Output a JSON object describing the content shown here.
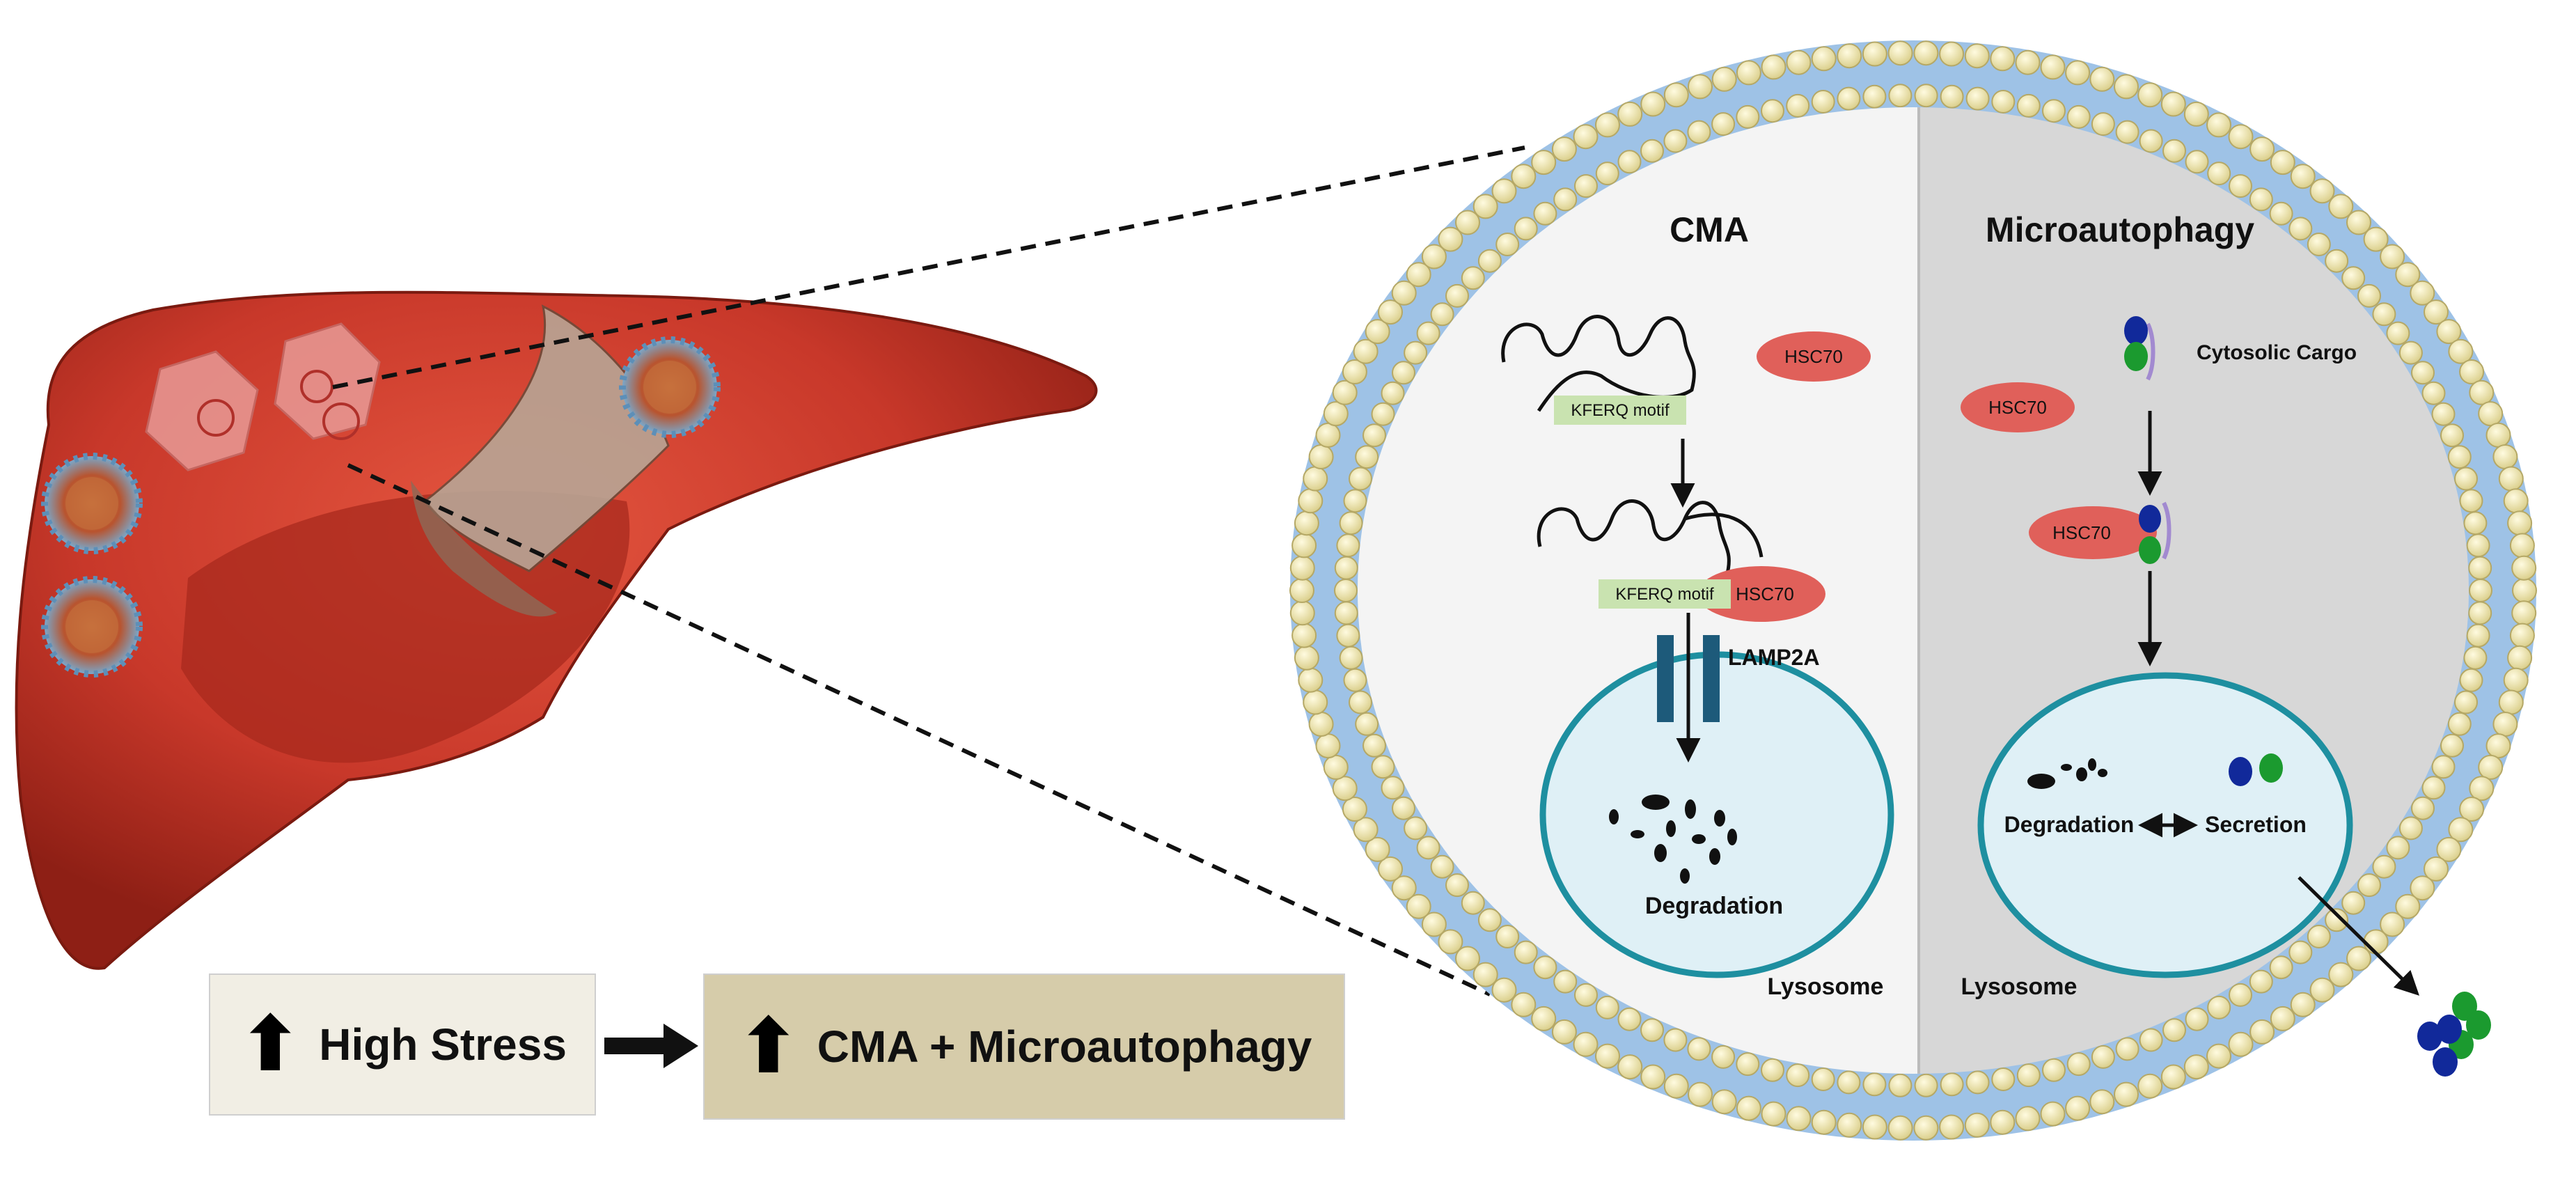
{
  "cell": {
    "left_title": "CMA",
    "right_title": "Microautophagy"
  },
  "cma": {
    "hsc70_free": "HSC70",
    "motif_label_1": "KFERQ motif",
    "motif_label_2": "KFERQ motif",
    "hsc70_bound": "HSC70",
    "receptor_label": "LAMP2A",
    "degradation_label": "Degradation",
    "lysosome_label": "Lysosome"
  },
  "micro": {
    "cargo_label": "Cytosolic Cargo",
    "hsc70_free": "HSC70",
    "hsc70_bound": "HSC70",
    "degradation_label": "Degradation",
    "secretion_label": "Secretion",
    "lysosome_label": "Lysosome"
  },
  "bottom": {
    "stress_label": "High Stress",
    "result_label": "CMA + Microautophagy",
    "up_arrow": "⬆"
  },
  "colors": {
    "liver": "#c8382a",
    "liver_dark": "#8e1f15",
    "hsc70": "#e0605a",
    "motif": "#c9e3b0",
    "lysosome_fill": "#dff0f6",
    "lysosome_stroke": "#1e8fa0",
    "lamp2a": "#1d5a7a",
    "membrane_bead": "#f7efb8",
    "membrane_band": "#9ec2e6",
    "stress_box": "#f1eee4",
    "result_box": "#d6ccaa"
  }
}
